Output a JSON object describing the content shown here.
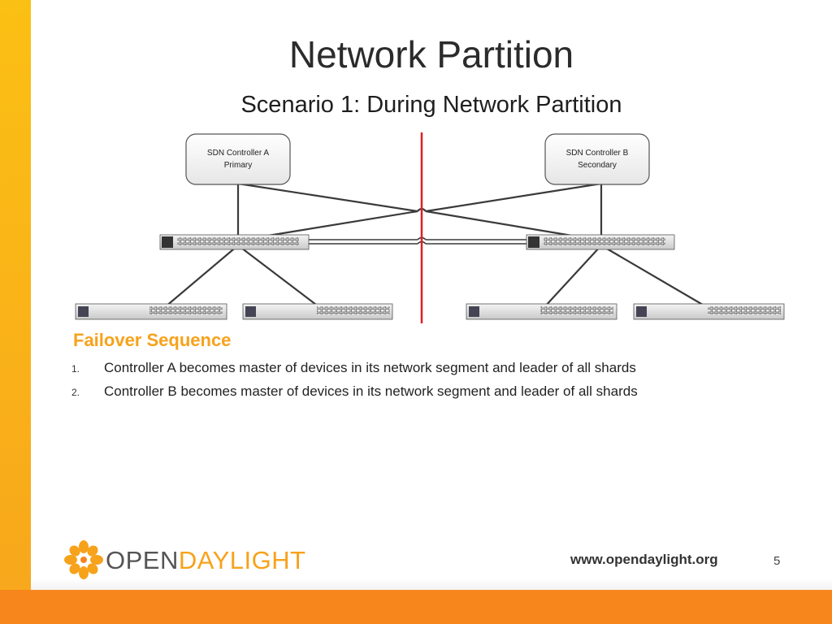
{
  "slide": {
    "title": "Network Partition",
    "subtitle": "Scenario 1: During Network Partition",
    "page_number": "5",
    "website": "www.opendaylight.org",
    "colors": {
      "accent": "#f7a21b",
      "sidebar": "#fbc014",
      "footer": "#f7861d",
      "partition_line": "#e02020"
    }
  },
  "diagram": {
    "controller_a": {
      "name": "SDN Controller A",
      "role": "Primary"
    },
    "controller_b": {
      "name": "SDN Controller B",
      "role": "Secondary"
    }
  },
  "failover": {
    "heading": "Failover Sequence",
    "steps": [
      {
        "num": "1.",
        "text": "Controller A becomes master of devices in its network segment and leader of all shards"
      },
      {
        "num": "2.",
        "text": "Controller B becomes master of devices in its network segment and leader of all shards"
      }
    ]
  },
  "logo": {
    "part1": "OPEN",
    "part2": "DAYLIGHT",
    "icon": "sun-flower-icon"
  }
}
